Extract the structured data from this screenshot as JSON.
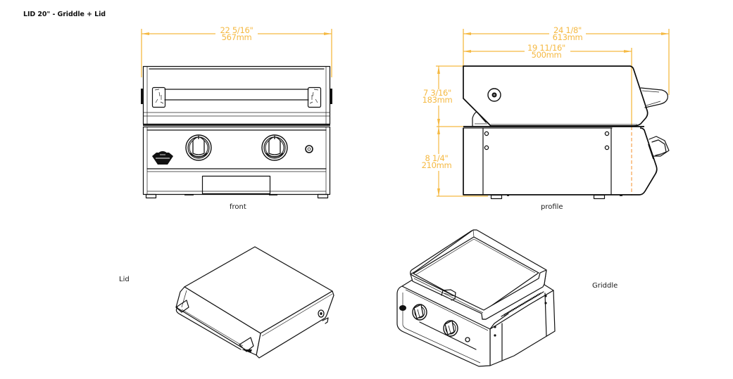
{
  "title": "LID 20\" - Griddle + Lid",
  "colors": {
    "dimension": "#f5b942",
    "dimension_dashed": "#f7a95a",
    "outline": "#111111",
    "background": "#ffffff"
  },
  "views": {
    "front": {
      "label": "front",
      "dimensions": {
        "width": {
          "imperial": "22 5/16\"",
          "metric": "567mm"
        }
      }
    },
    "profile": {
      "label": "profile",
      "dimensions": {
        "overall_depth": {
          "imperial": "24 1/8\"",
          "metric": "613mm"
        },
        "body_depth": {
          "imperial": "19 11/16\"",
          "metric": "500mm"
        },
        "lid_height": {
          "imperial": "7 3/16\"",
          "metric": "183mm"
        },
        "base_height": {
          "imperial": "8 1/4\"",
          "metric": "210mm"
        }
      }
    },
    "lid": {
      "label": "Lid"
    },
    "griddle": {
      "label": "Griddle"
    }
  }
}
